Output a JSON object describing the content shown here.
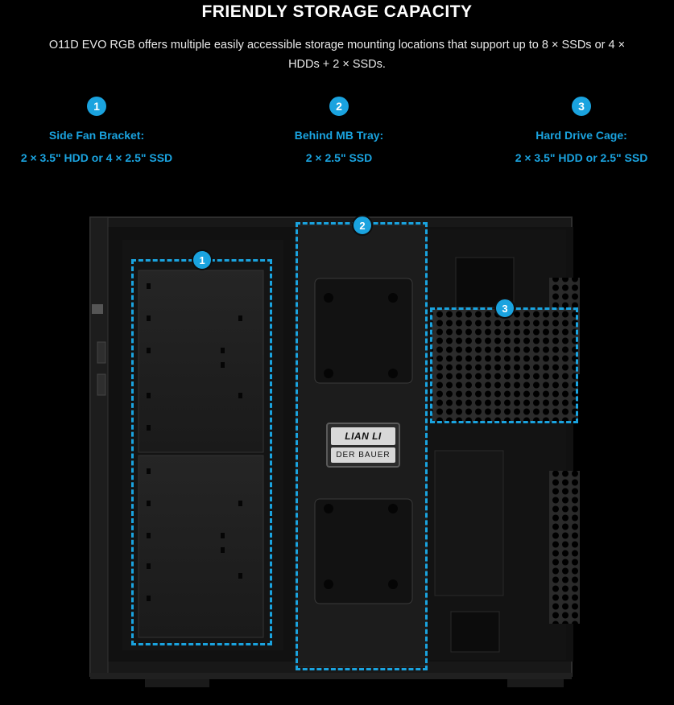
{
  "header": {
    "title": "FRIENDLY STORAGE CAPACITY",
    "subtitle": "O11D EVO RGB offers multiple easily accessible storage mounting locations that support up to 8 × SSDs or 4 × HDDs + 2 × SSDs."
  },
  "features": [
    {
      "number": "1",
      "title": "Side Fan Bracket:",
      "desc": "2 × 3.5\" HDD or 4 × 2.5\" SSD"
    },
    {
      "number": "2",
      "title": "Behind MB Tray:",
      "desc": "2 × 2.5\" SSD"
    },
    {
      "number": "3",
      "title": "Hard Drive Cage:",
      "desc": "2 × 3.5\" HDD or 2.5\" SSD"
    }
  ],
  "image": {
    "brand_top": "LIAN LI",
    "brand_bottom": "DER BAUER",
    "markers": [
      "1",
      "2",
      "3"
    ]
  },
  "colors": {
    "accent": "#1aa3df",
    "background": "#000000"
  }
}
